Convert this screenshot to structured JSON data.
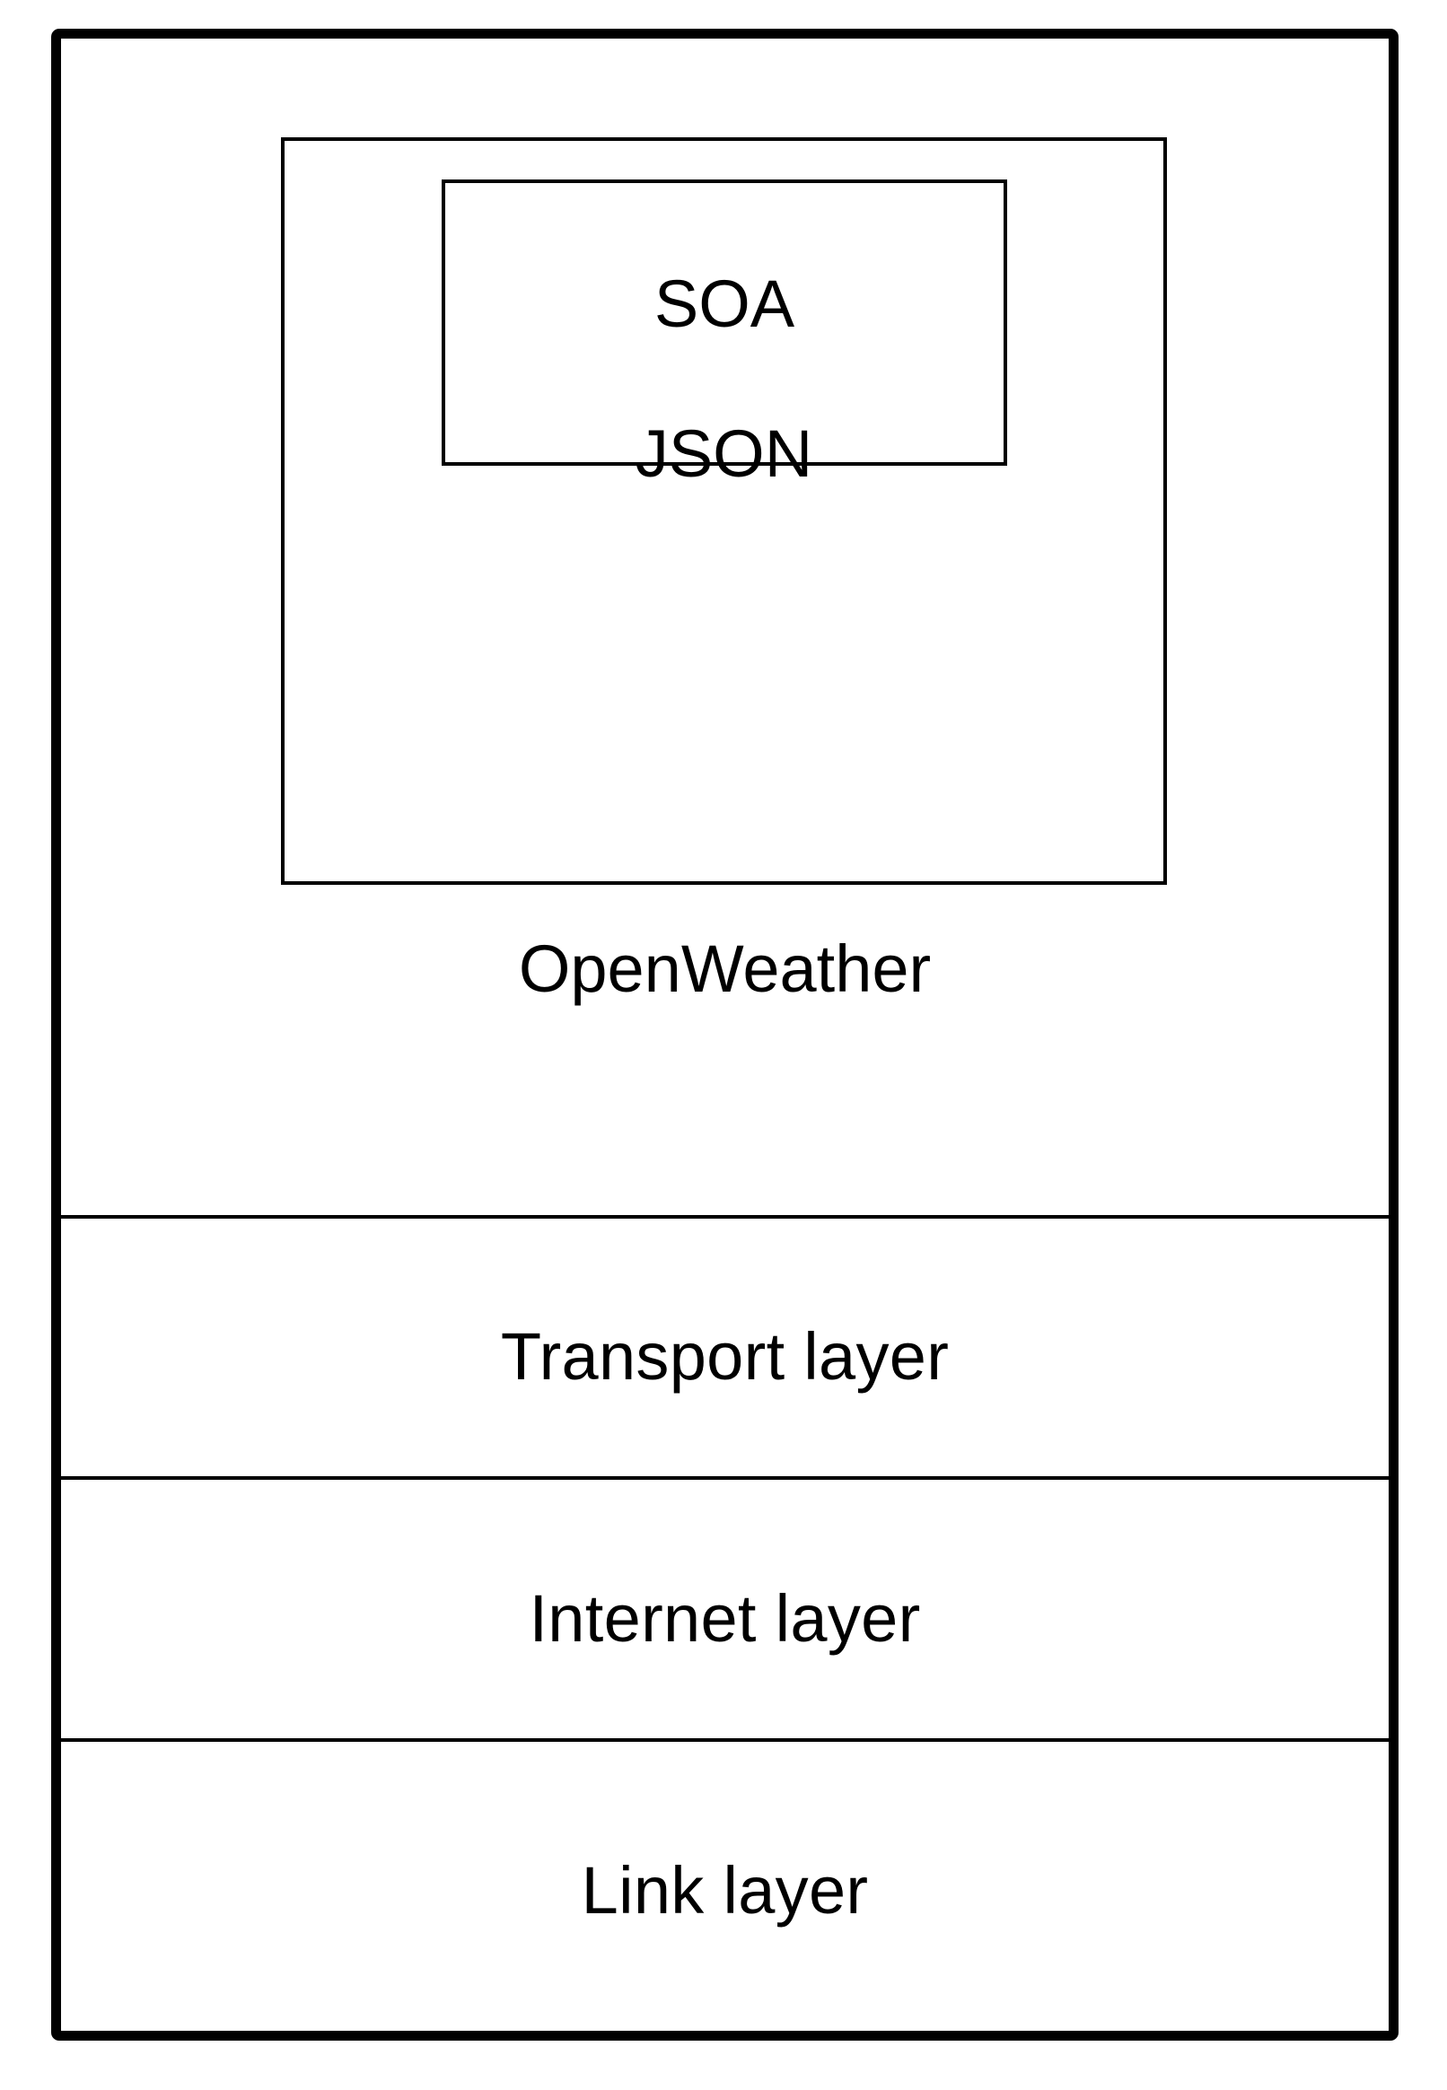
{
  "diagram": {
    "title": "TCP/IP protocol stack with OpenWeather application layer",
    "type": "nested-layer-stack",
    "colors": {
      "stroke": "#000000",
      "fill": "#ffffff",
      "text": "#000000"
    },
    "outer_box": {
      "border_style": "thick-rounded"
    },
    "layers": [
      {
        "id": "application",
        "label": "OpenWeather",
        "nested": [
          {
            "id": "json",
            "label": "JSON"
          },
          {
            "id": "soa",
            "label": "SOA"
          }
        ]
      },
      {
        "id": "transport",
        "label": "Transport layer",
        "nested": []
      },
      {
        "id": "internet",
        "label": "Internet layer",
        "nested": []
      },
      {
        "id": "link",
        "label": "Link layer",
        "nested": []
      }
    ]
  }
}
